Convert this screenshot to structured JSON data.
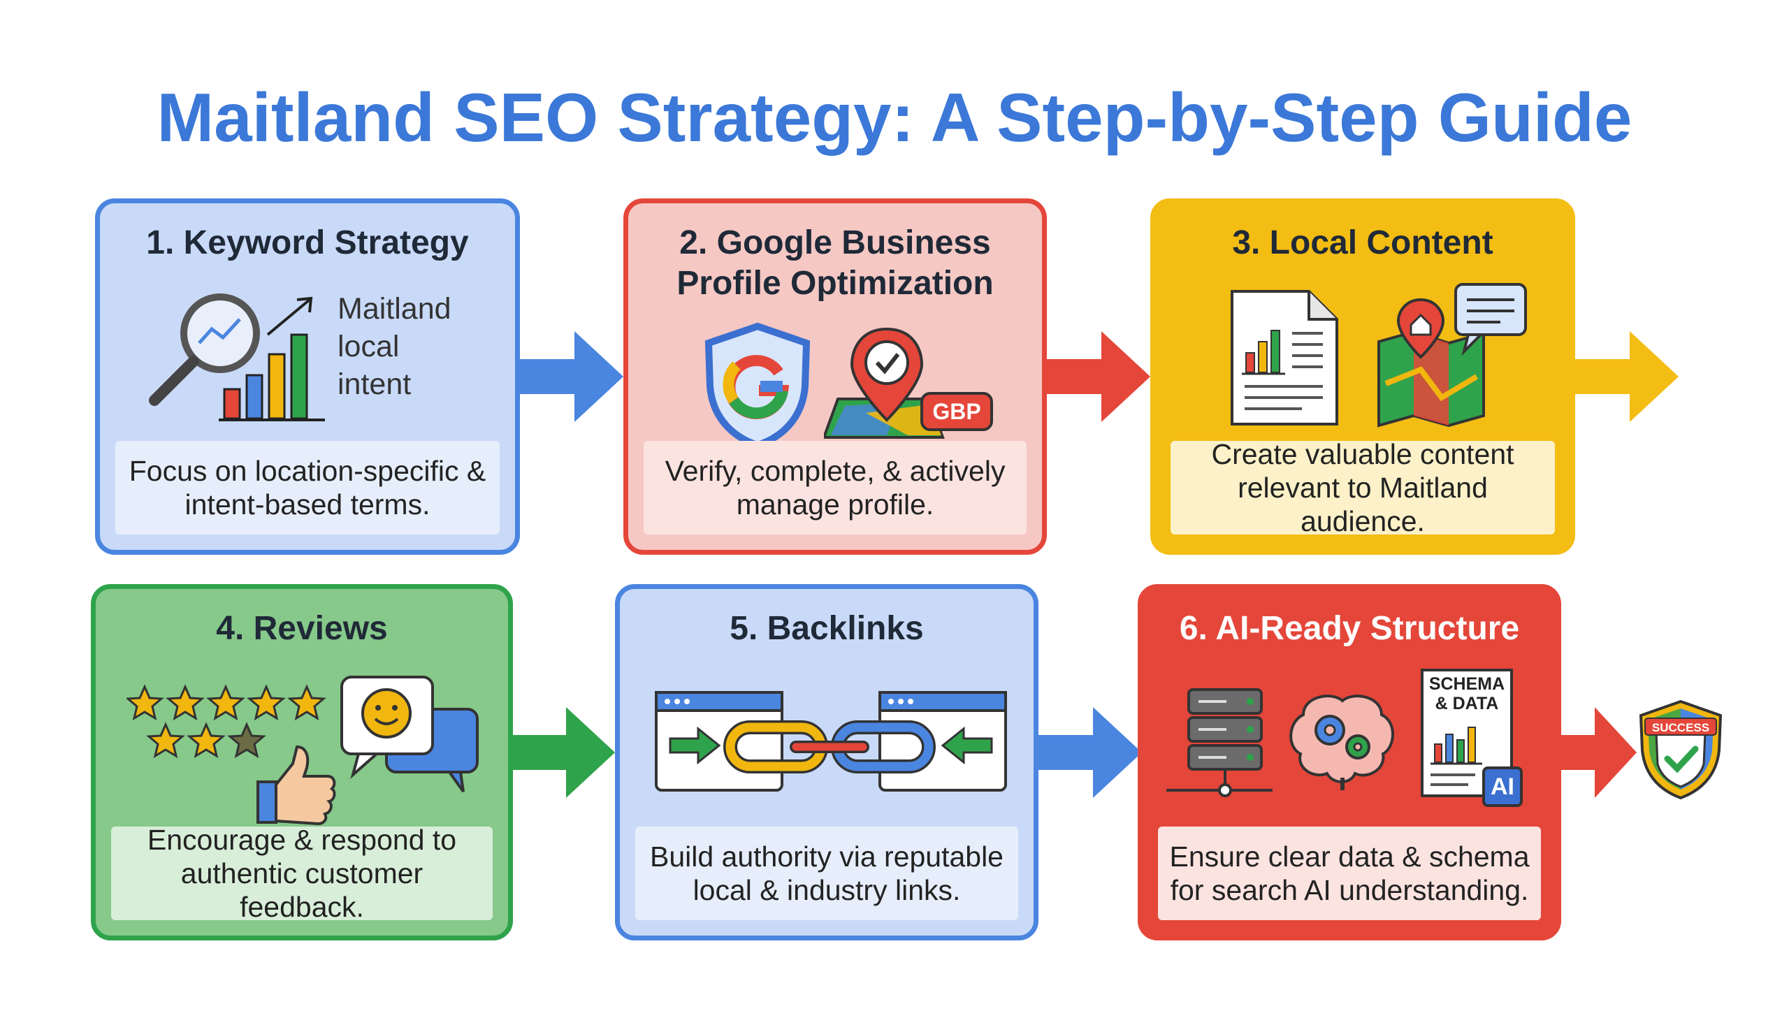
{
  "title": "Maitland SEO Strategy: A Step-by-Step Guide",
  "steps": [
    {
      "title": "1. Keyword Strategy",
      "illustration_text": [
        "Maitland",
        "local",
        "intent"
      ],
      "description": "Focus on location-specific & intent-based terms.",
      "color": "#4a85e0"
    },
    {
      "title": "2. Google Business Profile Optimization",
      "title_lines": [
        "2. Google Business",
        "Profile Optimization"
      ],
      "badge": "GBP",
      "description": "Verify, complete, & actively manage profile.",
      "color": "#e5463a"
    },
    {
      "title": "3. Local Content",
      "description": "Create valuable content relevant to Maitland audience.",
      "color": "#f1b70f"
    },
    {
      "title": "4. Reviews",
      "description": "Encourage & respond to authentic customer feedback.",
      "color": "#2fa34b"
    },
    {
      "title": "5. Backlinks",
      "description": "Build authority via reputable local & industry links.",
      "color": "#4a85e0"
    },
    {
      "title": "6. AI-Ready Structure",
      "doc_label_lines": [
        "SCHEMA",
        "& DATA"
      ],
      "ai_badge": "AI",
      "description": "Ensure clear data & schema for search AI understanding.",
      "color": "#e5463a"
    }
  ],
  "success_badge": "SUCCESS",
  "icons": [
    "magnifier-chart-icon",
    "google-shield-icon",
    "map-pin-icon",
    "document-chart-icon",
    "map-chat-icon",
    "stars-icon",
    "thumbs-up-icon",
    "chat-bubbles-icon",
    "chain-link-icon",
    "server-icon",
    "brain-gears-icon",
    "schema-document-icon",
    "success-shield-icon"
  ]
}
